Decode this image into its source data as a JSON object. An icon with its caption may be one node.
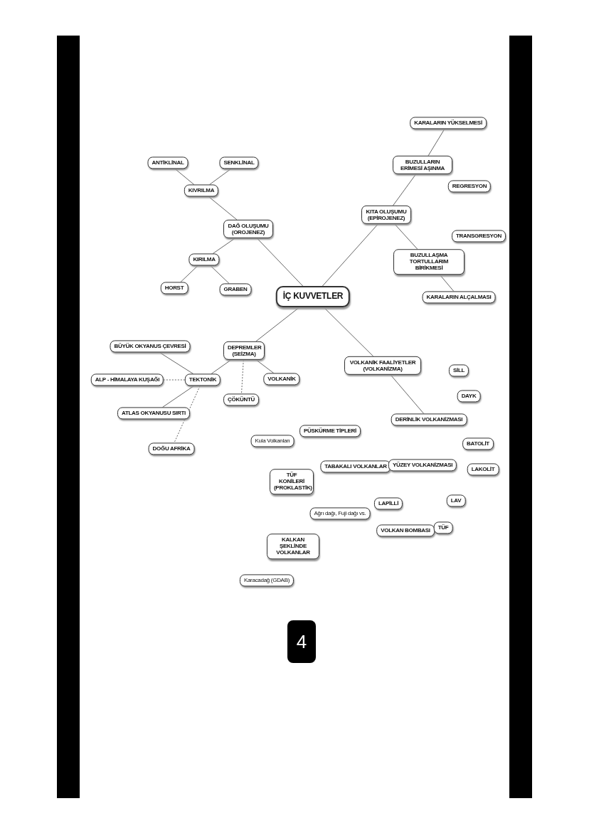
{
  "diagram": {
    "nodes": [
      {
        "text": [
          "İÇ KUVVETLER"
        ]
      },
      {
        "text": [
          "DAĞ OLUŞUMU (OROJENEZ)"
        ]
      },
      {
        "text": [
          "KIVRILMA"
        ]
      },
      {
        "text": [
          "ANTİKLİNAL"
        ]
      },
      {
        "text": [
          "SENKLİNAL"
        ]
      },
      {
        "text": [
          "KIRILMA"
        ]
      },
      {
        "text": [
          "HORST"
        ]
      },
      {
        "text": [
          "GRABEN"
        ]
      },
      {
        "text": [
          "KITA OLUŞUMU (EPİROJENEZ)"
        ]
      },
      {
        "text": [
          "KARALARIN YÜKSELMESİ"
        ]
      },
      {
        "text": [
          "BUZULLARIN ERİMESİ AŞINMA"
        ]
      },
      {
        "text": [
          "REGRESYON"
        ]
      },
      {
        "text": [
          "TRANSGRESYON"
        ]
      },
      {
        "text": [
          "BUZULLAŞMA TORTULLARIM BİRİKMESİ"
        ]
      },
      {
        "text": [
          "KARALARIN ALÇALMASI"
        ]
      },
      {
        "text": [
          "DEPREMLER (SEİZMA)"
        ]
      },
      {
        "text": [
          "BÜYÜK OKYANUS ÇEVRESİ"
        ]
      },
      {
        "text": [
          "ALP - HİMALAYA KUŞAĞI"
        ]
      },
      {
        "text": [
          "TEKTONİK"
        ]
      },
      {
        "text": [
          "ATLAS OKYANUSU SIRTI"
        ]
      },
      {
        "text": [
          "DOĞU AFRİKA"
        ]
      },
      {
        "text": [
          "ÇÖKÜNTÜ"
        ]
      },
      {
        "text": [
          "VOLKANİK"
        ]
      },
      {
        "text": [
          "VOLKANİK FAALİYETLER (VOLKANİZMA)"
        ]
      },
      {
        "text": [
          "SİLL"
        ]
      },
      {
        "text": [
          "DAYK"
        ]
      },
      {
        "text": [
          "DERİNLİK VOLKANİZMASI"
        ]
      },
      {
        "text": [
          "PÜSKÜRME TİPLERİ"
        ]
      },
      {
        "text": [
          "Kula Volkanları"
        ]
      },
      {
        "text": [
          "BATOLİT"
        ]
      },
      {
        "text": [
          "TABAKALI VOLKANLAR"
        ]
      },
      {
        "text": [
          "YÜZEY VOLKANİZMASI"
        ]
      },
      {
        "text": [
          "LAKOLİT"
        ]
      },
      {
        "text": [
          "TÜF KONİLERİ (PROKLASTİK)"
        ]
      },
      {
        "text": [
          "LAPİLLİ"
        ]
      },
      {
        "text": [
          "LAV"
        ]
      },
      {
        "text": [
          "Ağrı dağı, Fuji dağı vs."
        ]
      },
      {
        "text": [
          "KALKAN ŞEKLİNDE VOLKANLAR"
        ]
      },
      {
        "text": [
          "VOLKAN BOMBASI"
        ]
      },
      {
        "text": [
          "TÜF"
        ]
      },
      {
        "text": [
          "Karacadağ (GDAB)"
        ]
      }
    ],
    "edges": [
      {
        "from": 0,
        "to": 1,
        "arrow": "none"
      },
      {
        "from": 1,
        "to": 2,
        "arrow": "none"
      },
      {
        "from": 2,
        "to": 3,
        "arrow": "none"
      },
      {
        "from": 2,
        "to": 4,
        "arrow": "none"
      },
      {
        "from": 1,
        "to": 5,
        "arrow": "none"
      },
      {
        "from": 5,
        "to": 6,
        "arrow": "none"
      },
      {
        "from": 5,
        "to": 7,
        "arrow": "none"
      },
      {
        "from": 0,
        "to": 8,
        "arrow": "none"
      },
      {
        "from": 8,
        "to": 10,
        "arrow": "none"
      },
      {
        "from": 10,
        "to": 9,
        "arrow": "none"
      },
      {
        "from": 8,
        "to": 13,
        "arrow": "none"
      },
      {
        "from": 13,
        "to": 14,
        "arrow": "none"
      },
      {
        "from": 0,
        "to": 15,
        "arrow": "none"
      },
      {
        "from": 15,
        "to": 18,
        "arrow": "none"
      },
      {
        "from": 18,
        "to": 16,
        "arrow": "none"
      },
      {
        "from": 18,
        "to": 17,
        "arrow": "none",
        "style": "dashed"
      },
      {
        "from": 18,
        "to": 19,
        "arrow": "none"
      },
      {
        "from": 18,
        "to": 20,
        "arrow": "none",
        "style": "dashed"
      },
      {
        "from": 15,
        "to": 21,
        "arrow": "none",
        "style": "dashed"
      },
      {
        "from": 15,
        "to": 22,
        "arrow": "none"
      },
      {
        "from": 0,
        "to": 23,
        "arrow": "none"
      },
      {
        "from": 23,
        "to": 26,
        "arrow": "none"
      }
    ],
    "labels": [
      "4"
    ]
  }
}
